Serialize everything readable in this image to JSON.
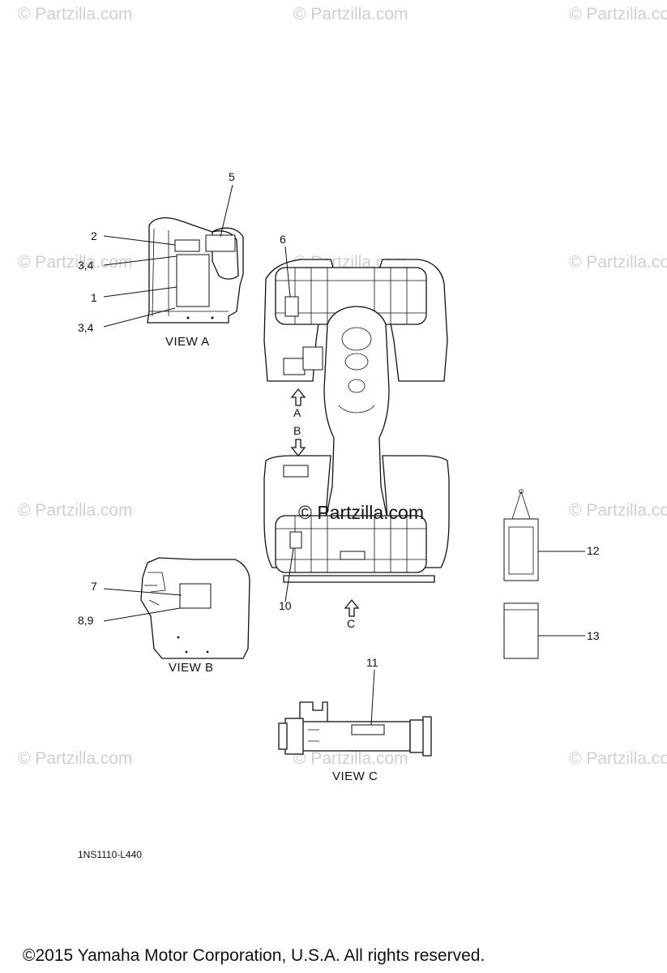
{
  "watermark": "© Partzilla.com",
  "center_watermark": "© Partzilla.com",
  "views": {
    "a": "VIEW A",
    "b": "VIEW B",
    "c": "VIEW C"
  },
  "arrows": {
    "a": "A",
    "b": "B",
    "c": "C"
  },
  "callouts": {
    "c1": "1",
    "c2": "2",
    "c34a": "3,4",
    "c34b": "3,4",
    "c5": "5",
    "c6": "6",
    "c7": "7",
    "c89": "8,9",
    "c10": "10",
    "c11": "11",
    "c12": "12",
    "c13": "13"
  },
  "diagram_code": "1NS1110-L440",
  "copyright": "©2015 Yamaha Motor Corporation, U.S.A. All rights reserved."
}
